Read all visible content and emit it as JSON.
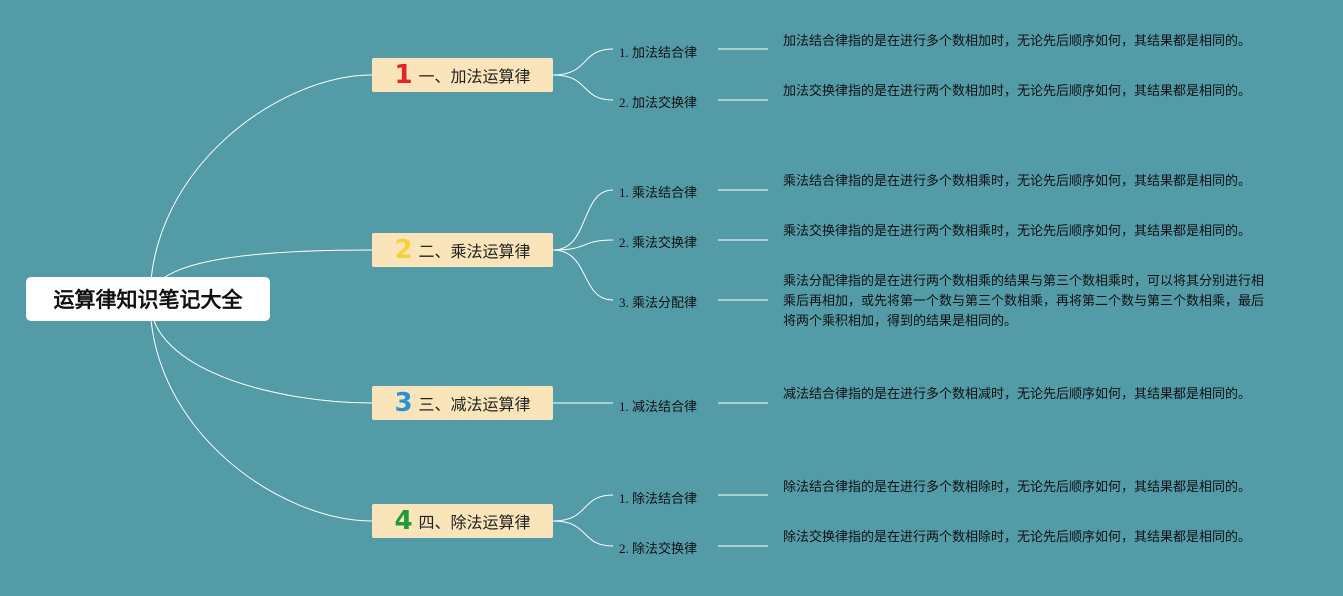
{
  "root": {
    "title": "运算律知识笔记大全"
  },
  "colors": {
    "background": "#529ba7",
    "branch_bg": "#fae5bb"
  },
  "branches": [
    {
      "number": "1",
      "number_color": "#e0242a",
      "label": "一、加法运算律",
      "items": [
        {
          "label": "1. 加法结合律",
          "desc": "加法结合律指的是在进行多个数相加时，无论先后顺序如何，其结果都是相同的。"
        },
        {
          "label": "2. 加法交换律",
          "desc": "加法交换律指的是在进行两个数相加时，无论先后顺序如何，其结果都是相同的。"
        }
      ]
    },
    {
      "number": "2",
      "number_color": "#f6d23a",
      "label": "二、乘法运算律",
      "items": [
        {
          "label": "1. 乘法结合律",
          "desc": "乘法结合律指的是在进行多个数相乘时，无论先后顺序如何，其结果都是相同的。"
        },
        {
          "label": "2. 乘法交换律",
          "desc": "乘法交换律指的是在进行两个数相乘时，无论先后顺序如何，其结果都是相同的。"
        },
        {
          "label": "3. 乘法分配律",
          "desc": "乘法分配律指的是在进行两个数相乘的结果与第三个数相乘时，可以将其分别进行相乘后再相加，或先将第一个数与第三个数相乘，再将第二个数与第三个数相乘，最后将两个乘积相加，得到的结果是相同的。"
        }
      ]
    },
    {
      "number": "3",
      "number_color": "#2a93d6",
      "label": "三、减法运算律",
      "items": [
        {
          "label": "1. 减法结合律",
          "desc": "减法结合律指的是在进行多个数相减时，无论先后顺序如何，其结果都是相同的。"
        }
      ]
    },
    {
      "number": "4",
      "number_color": "#1f9b3a",
      "label": "四、除法运算律",
      "items": [
        {
          "label": "1. 除法结合律",
          "desc": "除法结合律指的是在进行多个数相除时，无论先后顺序如何，其结果都是相同的。"
        },
        {
          "label": "2. 除法交换律",
          "desc": "除法交换律指的是在进行两个数相除时，无论先后顺序如何，其结果都是相同的。"
        }
      ]
    }
  ]
}
